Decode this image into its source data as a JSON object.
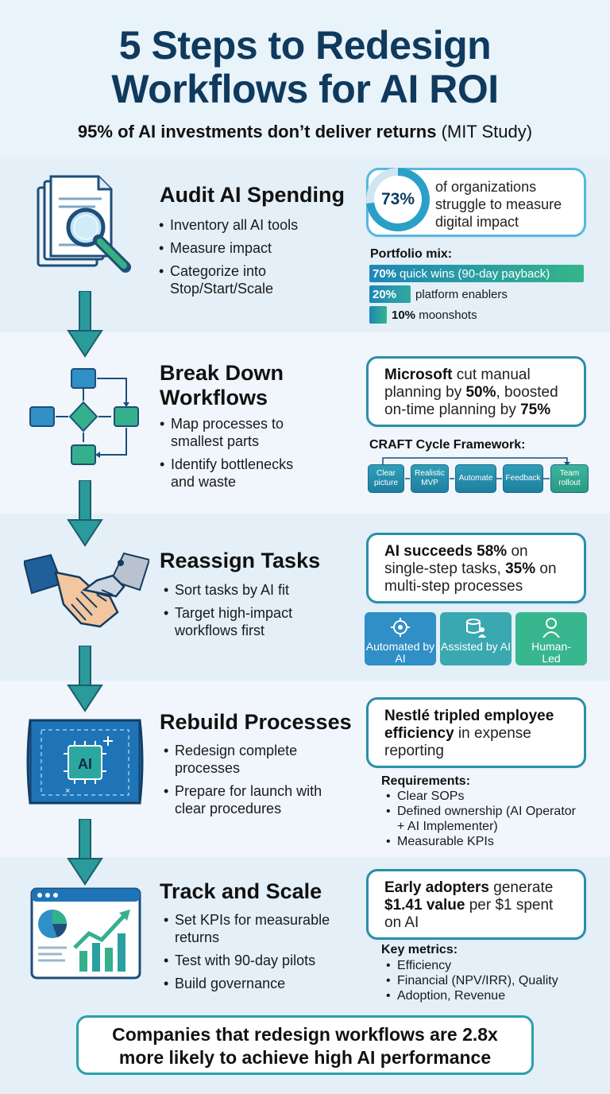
{
  "header": {
    "title_line1": "5 Steps to Redesign",
    "title_line2": "Workflows for AI ROI",
    "subtitle_bold": "95% of AI investments don’t deliver returns",
    "subtitle_thin": "(MIT Study)"
  },
  "steps": [
    {
      "title": "Audit AI Spending",
      "icon": "document-magnifier-icon",
      "bullets": [
        "Inventory all AI tools",
        "Measure impact",
        "Categorize into Stop/Start/Scale"
      ]
    },
    {
      "title_line1": "Break Down",
      "title_line2": "Workflows",
      "icon": "flowchart-icon",
      "bullets": [
        "Map processes to smallest parts",
        "Identify bottlenecks and waste"
      ]
    },
    {
      "title": "Reassign Tasks",
      "icon": "human-robot-handshake-icon",
      "bullets": [
        "Sort tasks by AI fit",
        "Target high-impact workflows first"
      ]
    },
    {
      "title": "Rebuild Processes",
      "icon": "ai-chip-blueprint-icon",
      "bullets": [
        "Redesign complete processes",
        "Prepare for launch with clear procedures"
      ]
    },
    {
      "title": "Track and Scale",
      "icon": "analytics-dashboard-icon",
      "bullets": [
        "Set KPIs for measurable returns",
        "Test with 90-day pilots",
        "Build governance"
      ]
    }
  ],
  "audit": {
    "donut_value": "73%",
    "donut_fraction": 0.73,
    "donut_text": "of organizations struggle to measure digital impact",
    "portfolio_label": "Portfolio mix:",
    "portfolio": [
      {
        "pct": "70%",
        "label": "quick wins (90-day payback)",
        "share": 0.7
      },
      {
        "pct": "20%",
        "label": "platform enablers",
        "share": 0.2
      },
      {
        "pct": "10%",
        "label": "moonshots",
        "share": 0.1
      }
    ]
  },
  "breakdown": {
    "stat_parts": [
      "Microsoft",
      " cut manual planning by ",
      "50%",
      ", boosted on-time planning by ",
      "75%"
    ],
    "craft_label": "CRAFT Cycle Framework:",
    "craft_nodes": [
      "Clear picture",
      "Realistic MVP",
      "Automate",
      "Feedback",
      "Team rollout"
    ]
  },
  "reassign": {
    "stat_parts": [
      "AI succeeds 58%",
      " on single-step tasks, ",
      "35%",
      " on multi-step processes"
    ],
    "cards": [
      {
        "label": "Automated by AI",
        "icon": "gear-icon",
        "color": "#2f8fc6"
      },
      {
        "label": "Assisted by AI",
        "icon": "database-person-icon",
        "color": "#3aa8b0"
      },
      {
        "label": "Human-Led",
        "icon": "person-icon",
        "color": "#38b68e"
      }
    ]
  },
  "rebuild": {
    "stat_parts": [
      "Nestlé tripled employee efficiency",
      " in expense reporting"
    ],
    "req_label": "Requirements:",
    "requirements": [
      "Clear SOPs",
      "Defined ownership (AI Operator + AI Implementer)",
      "Measurable KPIs"
    ]
  },
  "track": {
    "stat_parts": [
      "Early adopters",
      " generate ",
      "$1.41 value",
      " per $1 spent on AI"
    ],
    "metrics_label": "Key metrics:",
    "metrics": [
      "Efficiency",
      "Financial (NPV/IRR), Quality",
      "Adoption, Revenue"
    ]
  },
  "footer": {
    "line1": "Companies that redesign workflows are 2.8x",
    "line2": "more likely to achieve high AI performance"
  },
  "colors": {
    "title": "#0f3a5e",
    "accent_teal": "#2a8fa8",
    "arrow": "#2a9a9a",
    "blue": "#2f8fc6",
    "green": "#38b68e"
  }
}
